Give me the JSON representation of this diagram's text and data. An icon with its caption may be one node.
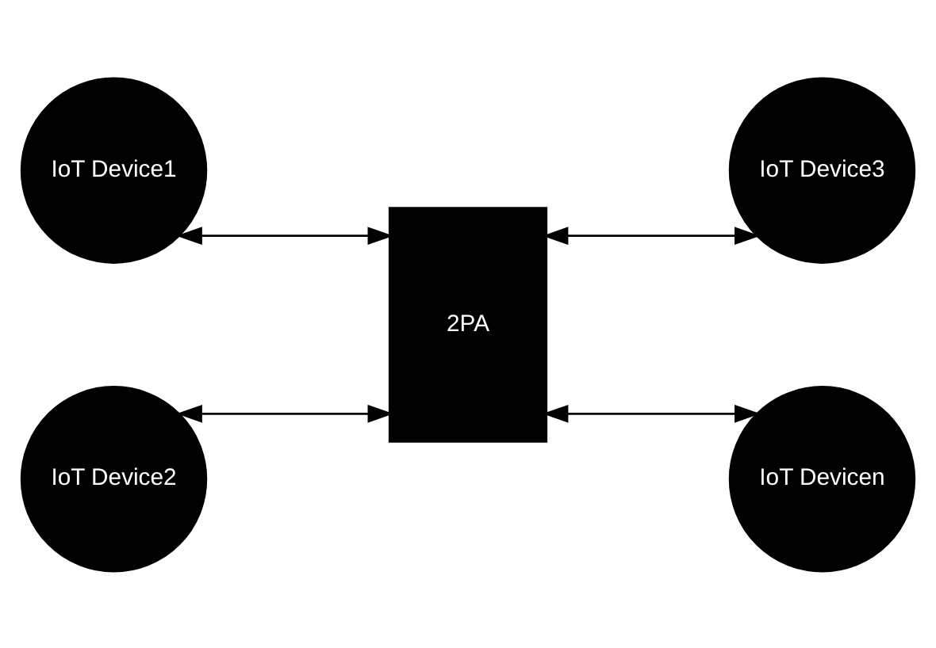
{
  "diagram": {
    "nodes": [
      {
        "text": [
          "IoT Device1"
        ]
      },
      {
        "text": [
          "IoT Device3"
        ]
      },
      {
        "text": [
          "2PA"
        ]
      },
      {
        "text": [
          "IoT Device2"
        ]
      },
      {
        "text": [
          "IoT Devicen"
        ]
      }
    ],
    "edges": [
      {
        "from": 0,
        "to": 2,
        "arrow": "both"
      },
      {
        "from": 2,
        "to": 1,
        "arrow": "both"
      },
      {
        "from": 2,
        "to": 4,
        "arrow": "both"
      },
      {
        "from": 3,
        "to": 2,
        "arrow": "both"
      }
    ]
  }
}
